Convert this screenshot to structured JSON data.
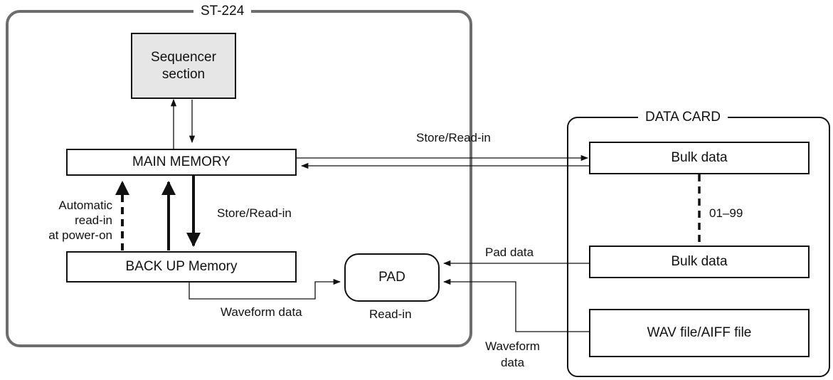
{
  "device": {
    "title": "ST-224"
  },
  "card": {
    "title": "DATA CARD"
  },
  "boxes": {
    "sequencer_line1": "Sequencer",
    "sequencer_line2": "section",
    "main_memory": "MAIN MEMORY",
    "backup_memory": "BACK UP Memory",
    "pad": "PAD",
    "bulk_top": "Bulk data",
    "bulk_bottom": "Bulk data",
    "wav_file": "WAV file/AIFF file"
  },
  "labels": {
    "auto_line1": "Automatic",
    "auto_line2": "read-in",
    "auto_line3": "at power-on",
    "store_readin_internal": "Store/Read-in",
    "store_readin_card": "Store/Read-in",
    "range": "01–99",
    "pad_data": "Pad data",
    "waveform_internal": "Waveform data",
    "readin": "Read-in",
    "waveform_card_line1": "Waveform",
    "waveform_card_line2": "data"
  },
  "colors": {
    "line": "#111111",
    "frame": "#6d6d6d",
    "sequencer_fill": "#e6e6e6"
  }
}
